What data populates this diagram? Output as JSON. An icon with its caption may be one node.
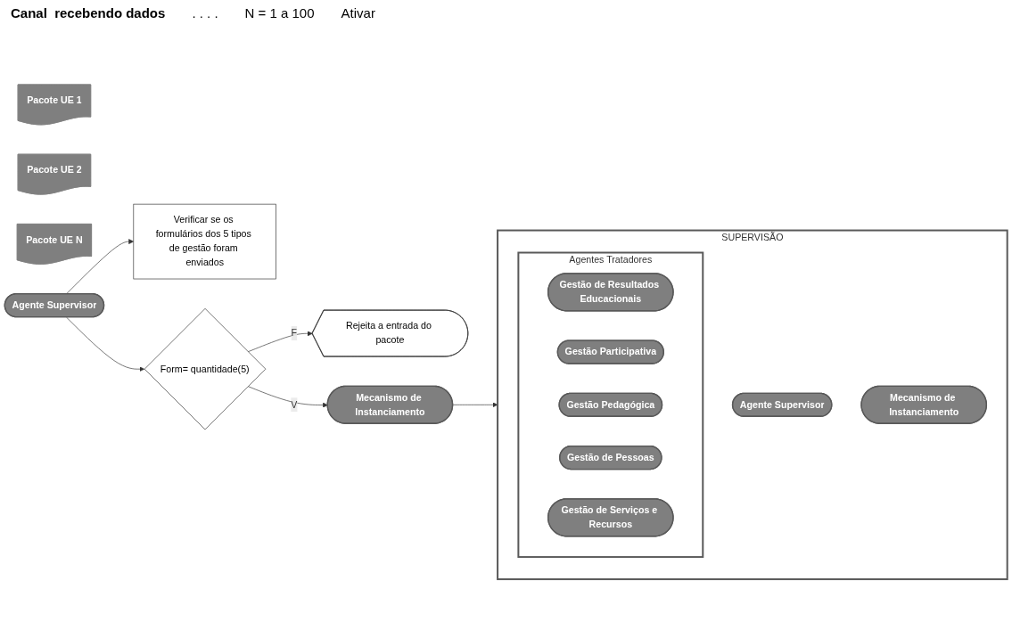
{
  "diagram": {
    "nodes": [
      {
        "text": [
          "Pacote UE 1"
        ]
      },
      {
        "text": [
          "Pacote UE 2"
        ]
      },
      {
        "text": [
          "Pacote UE N"
        ]
      },
      {
        "text": [
          "Verificar se os formulários dos 5 tipos de gestão foram enviados"
        ]
      },
      {
        "text": [
          "Agente Supervisor"
        ]
      },
      {
        "text": [
          "Form= quantidade(5)"
        ]
      },
      {
        "text": [
          "Rejeita a entrada do pacote"
        ]
      },
      {
        "text": [
          "Mecanismo de Instanciamento"
        ]
      },
      {
        "text": [
          "SUPERVISÃO"
        ]
      },
      {
        "text": [
          "Agente Supervisor"
        ],
        "in": 8
      },
      {
        "text": [
          "Mecanismo de Instanciamento"
        ],
        "in": 8
      },
      {
        "text": [
          "Agentes Tratadores"
        ],
        "in": 8
      },
      {
        "text": [
          "Gestão de Resultados Educacionais"
        ],
        "in": 11
      },
      {
        "text": [
          "Gestão Participativa"
        ],
        "in": 11
      },
      {
        "text": [
          "Gestão Pedagógica"
        ],
        "in": 11
      },
      {
        "text": [
          "Gestão de Pessoas"
        ],
        "in": 11
      },
      {
        "text": [
          "Gestão de Serviços e Recursos"
        ],
        "in": 11
      }
    ],
    "edges": [
      {
        "from": 4,
        "to": 3,
        "arrow": "to"
      },
      {
        "from": 4,
        "to": 5,
        "arrow": "to"
      },
      {
        "from": 5,
        "to": 6,
        "arrow": "to",
        "label": "F"
      },
      {
        "from": 5,
        "to": 7,
        "arrow": "to",
        "label": "V"
      },
      {
        "from": 7,
        "to": 8,
        "arrow": "to"
      }
    ],
    "labels": [
      "Canal  recebendo dados",
      ". . . .",
      "N = 1 a 100",
      "Ativar"
    ]
  }
}
